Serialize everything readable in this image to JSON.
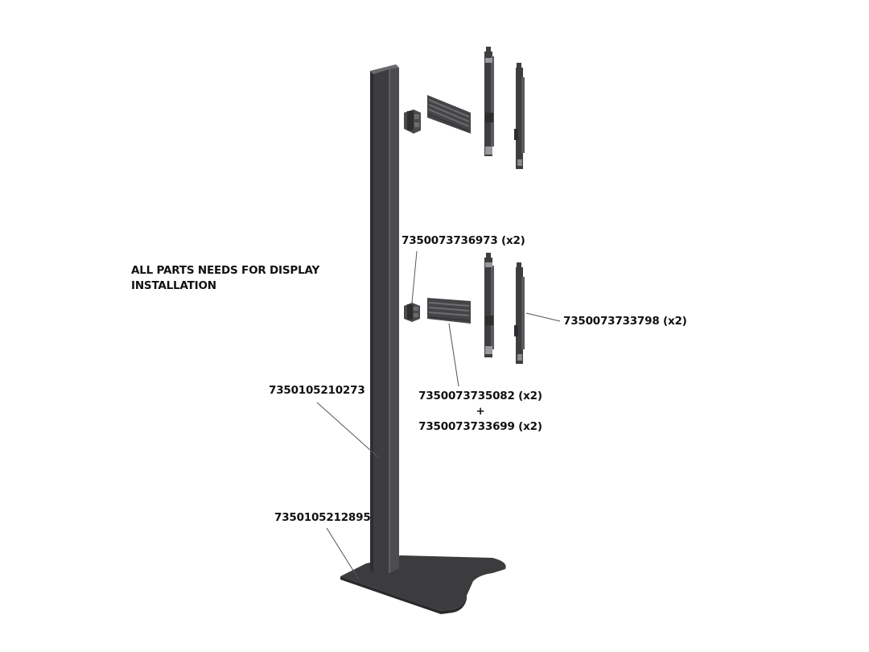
{
  "colors": {
    "metal_dark": "#3a3a3c",
    "metal_mid": "#4a4a4d",
    "metal_light": "#5c5c60",
    "highlight": "#8a8a8e",
    "leader": "#555555",
    "text": "#111111"
  },
  "heading": {
    "line1": "ALL PARTS NEEDS FOR DISPLAY",
    "line2": "INSTALLATION"
  },
  "labels": {
    "bracket_small": "7350073736973 (x2)",
    "vertical_rails": "7350073733798 (x2)",
    "plate_a": "7350073735082 (x2)",
    "plus": "+",
    "plate_b": "7350073733699 (x2)",
    "column": "7350105210273",
    "base": "7350105212895"
  }
}
